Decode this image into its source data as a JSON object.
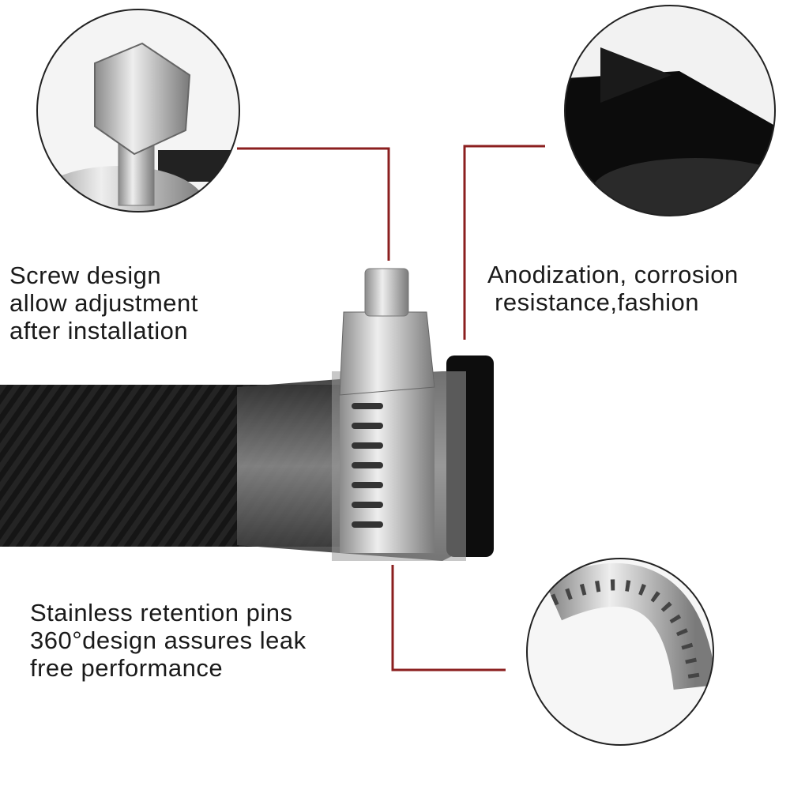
{
  "callouts": {
    "screw": {
      "lines": [
        "Screw design",
        "allow adjustment",
        "after installation"
      ]
    },
    "anodization": {
      "lines": [
        "Anodization, corrosion",
        " resistance,fashion"
      ]
    },
    "retention": {
      "lines": [
        "Stainless retention pins",
        "360°design assures leak",
        "free performance"
      ]
    }
  },
  "colors": {
    "leader_line": "#8b1f1f",
    "hose": "#111111",
    "steel": "#b8b8b8"
  }
}
